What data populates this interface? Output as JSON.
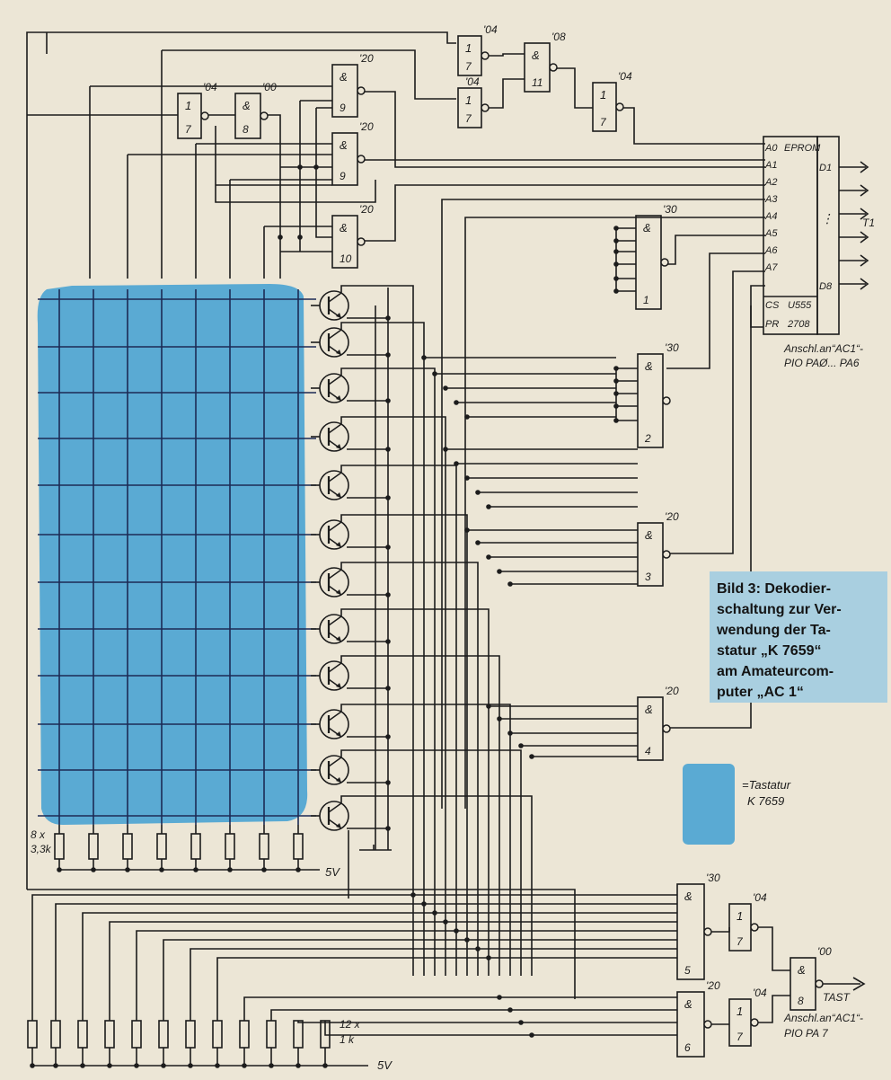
{
  "figure": {
    "caption_lines": [
      "Bild 3: Dekodier-",
      "schaltung zur Ver-",
      "wendung der Ta-",
      "statur „K 7659“",
      "am Amateurcom-",
      "puter „AC 1“"
    ],
    "legend": {
      "eq": "=Tastatur",
      "name": "K 7659"
    },
    "colors": {
      "keyboard": "#5aaad3",
      "caption_bg": "#a9cfe0",
      "ink": "#1c1c1c",
      "paper": "#ece6d6"
    }
  },
  "gates": {
    "g04a": {
      "type": "'04",
      "sym": "1",
      "pin": "7"
    },
    "g04b": {
      "type": "'04",
      "sym": "1",
      "pin": "7"
    },
    "g04c": {
      "type": "'04",
      "sym": "1",
      "pin": "7"
    },
    "g04d": {
      "type": "'04",
      "sym": "1",
      "pin": "7"
    },
    "g08": {
      "type": "'08",
      "sym": "&",
      "pin": "11"
    },
    "g00": {
      "type": "'00",
      "sym": "&",
      "pin": "8"
    },
    "g20a": {
      "type": "'20",
      "sym": "&",
      "pin": "9"
    },
    "g20b": {
      "type": "'20",
      "sym": "&",
      "pin": "9"
    },
    "g20c": {
      "type": "'20",
      "sym": "&",
      "pin": "10"
    },
    "g30a": {
      "type": "'30",
      "sym": "&",
      "pin": "1"
    },
    "g30b": {
      "type": "'30",
      "sym": "&",
      "pin": "2"
    },
    "g20d": {
      "type": "'20",
      "sym": "&",
      "pin": "3"
    },
    "g20e": {
      "type": "'20",
      "sym": "&",
      "pin": "4"
    },
    "g30c": {
      "type": "'30",
      "sym": "&",
      "pin": "5"
    },
    "g20f": {
      "type": "'20",
      "sym": "&",
      "pin": "6"
    },
    "g04e": {
      "type": "'04",
      "sym": "1",
      "pin": "7"
    },
    "g04f": {
      "type": "'04",
      "sym": "1",
      "pin": "7"
    },
    "g00b": {
      "type": "'00",
      "sym": "&",
      "pin": "8"
    }
  },
  "eprom": {
    "title": "EPROM",
    "addr": [
      "A0",
      "A1",
      "A2",
      "A3",
      "A4",
      "A5",
      "A6",
      "A7"
    ],
    "cs": "CS",
    "pr": "PR",
    "ic": "U555",
    "ic2": "2708",
    "d_first": "D1",
    "dots": "⋮",
    "d_last": "D8",
    "bus": "T1",
    "conn": [
      "Anschl.an“AC1“-",
      "PIO  PAØ... PA6"
    ]
  },
  "resistors": {
    "r8_label": [
      "8 x",
      "3,3k"
    ],
    "r8_supply": "5V",
    "r12_label": [
      "12 x",
      "1 k"
    ],
    "r12_supply": "5V"
  },
  "output": {
    "name": "TAST",
    "conn": [
      "Anschl.an“AC1“-",
      "PIO    PA 7"
    ]
  }
}
